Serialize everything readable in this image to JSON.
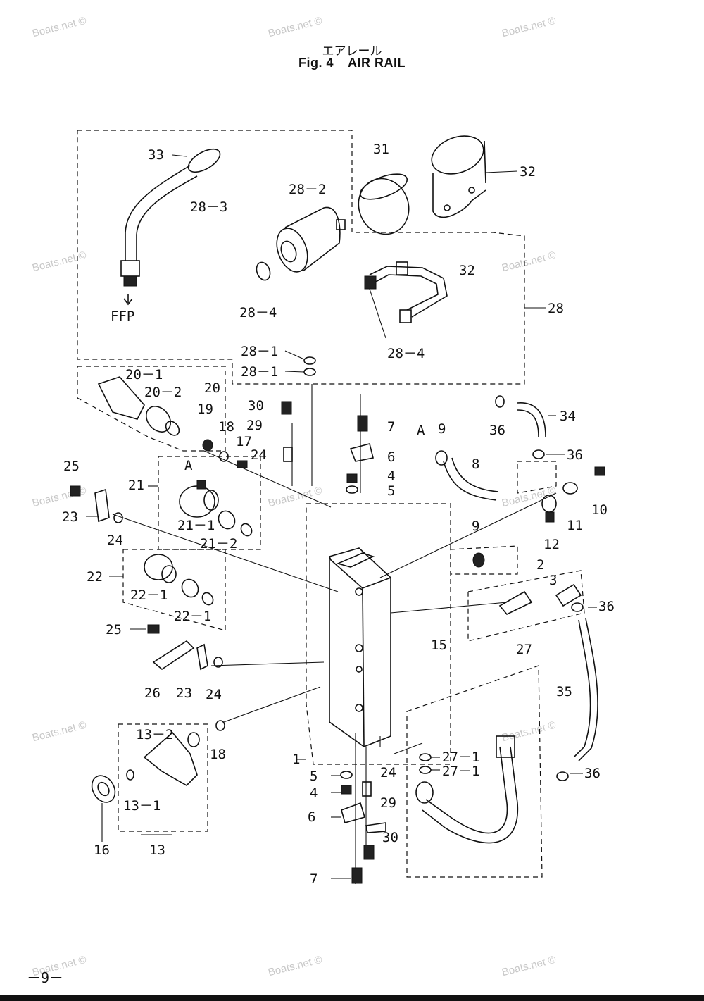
{
  "title_jp": "エアレール",
  "fig_label": "Fig. 4",
  "fig_title": "AIR RAIL",
  "page_number": "－9－",
  "watermark": "Boats.net ©",
  "labels": {
    "l33": "33",
    "l28_3": "28－3",
    "l28_2": "28－2",
    "l28_4a": "28－4",
    "ffp": "FFP",
    "l31": "31",
    "l32a": "32",
    "l32b": "32",
    "l28": "28",
    "l28_1a": "28－1",
    "l28_1b": "28－1",
    "l28_4b": "28－4",
    "l20_1": "20－1",
    "l20_2": "20－2",
    "l20": "20",
    "l30a": "30",
    "l29a": "29",
    "l19": "19",
    "l18a": "18",
    "l17": "17",
    "l24a": "24",
    "l7a": "7",
    "l6a": "6",
    "l4a": "4",
    "l5a": "5",
    "lA1": "A",
    "l9a": "9",
    "l36a": "36",
    "l34": "34",
    "l8": "8",
    "l36b": "36",
    "l10": "10",
    "l11": "11",
    "l12": "12",
    "l25a": "25",
    "l23a": "23",
    "l24b": "24",
    "l21": "21",
    "lA2": "A",
    "l21_1": "21－1",
    "l21_2": "21－2",
    "l22": "22",
    "l22_1a": "22－1",
    "l22_1b": "22－1",
    "l9b": "9",
    "l2": "2",
    "l3": "3",
    "l36c": "36",
    "l25b": "25",
    "l15": "15",
    "l26": "26",
    "l23b": "23",
    "l24c": "24",
    "l27": "27",
    "l35": "35",
    "l13_2": "13－2",
    "l18b": "18",
    "l1": "1",
    "l27_1a": "27－1",
    "l27_1b": "27－1",
    "l36d": "36",
    "l5b": "5",
    "l24d": "24",
    "l4b": "4",
    "l29b": "29",
    "l6b": "6",
    "l13_1": "13－1",
    "l30b": "30",
    "l16": "16",
    "l13": "13",
    "l7b": "7"
  }
}
